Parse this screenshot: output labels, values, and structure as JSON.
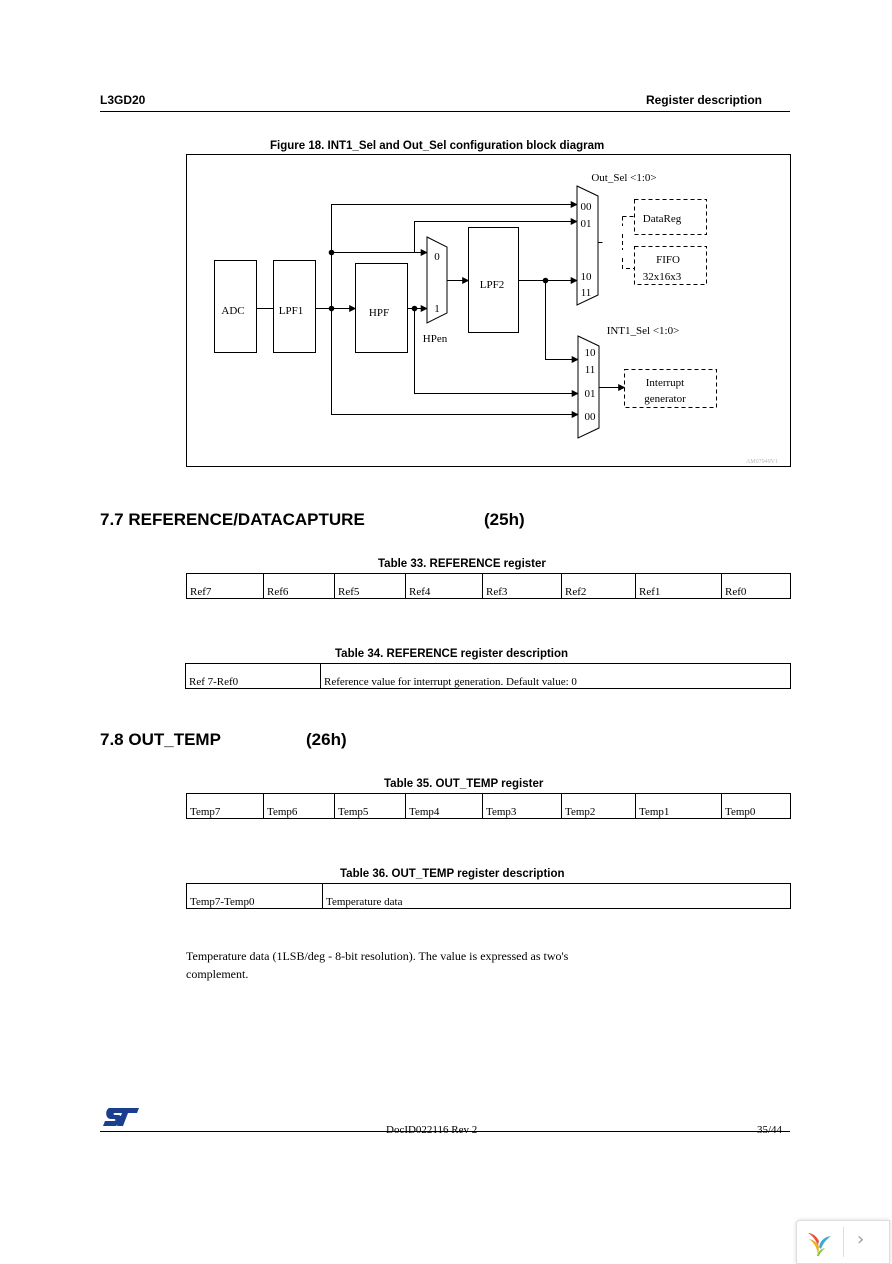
{
  "header": {
    "left": "L3GD20",
    "right": "Register description"
  },
  "figure": {
    "caption": "Figure 18. INT1_Sel and Out_Sel configuration block diagram",
    "blocks": {
      "adc": "ADC",
      "lpf1": "LPF1",
      "hpf": "HPF",
      "lpf2": "LPF2",
      "hpen": "HPen",
      "datareg": "DataReg",
      "fifo_line1": "FIFO",
      "fifo_line2": "32x16x3",
      "int_gen_line1": "Interrupt",
      "int_gen_line2": "generator"
    },
    "mux_hp": {
      "in0": "0",
      "in1": "1"
    },
    "mux_out": {
      "title": "Out_Sel <1:0>",
      "in00": "00",
      "in01": "01",
      "in10": "10",
      "in11": "11"
    },
    "mux_int": {
      "title": "INT1_Sel <1:0>",
      "in10": "10",
      "in11": "11",
      "in01": "01",
      "in00": "00"
    },
    "ref_code": "AM07949V1"
  },
  "section_77": {
    "title": "7.7 REFERENCE/DATACAPTURE",
    "address": "(25h)"
  },
  "table33": {
    "caption": "Table 33. REFERENCE register",
    "cells": [
      "Ref7",
      "Ref6",
      "Ref5",
      "Ref4",
      "Ref3",
      "Ref2",
      "Ref1",
      "Ref0"
    ]
  },
  "table34": {
    "caption": "Table 34. REFERENCE register description",
    "name": "Ref 7-Ref0",
    "description": "Reference value for interrupt generation. Default value: 0"
  },
  "section_78": {
    "title": "7.8 OUT_TEMP",
    "address": "(26h)"
  },
  "table35": {
    "caption": "Table 35. OUT_TEMP register",
    "cells": [
      "Temp7",
      "Temp6",
      "Temp5",
      "Temp4",
      "Temp3",
      "Temp2",
      "Temp1",
      "Temp0"
    ]
  },
  "table36": {
    "caption": "Table 36. OUT_TEMP register description",
    "name": "Temp7-Temp0",
    "description": "Temperature data"
  },
  "body": {
    "line1": "Temperature data (1LSB/deg - 8-bit resolution). The value is expressed as two's",
    "line2": "complement."
  },
  "footer": {
    "doc_id": "DocID022116 Rev 2",
    "page": "35/44"
  },
  "colors": {
    "st_logo": "#1a3f8f"
  }
}
